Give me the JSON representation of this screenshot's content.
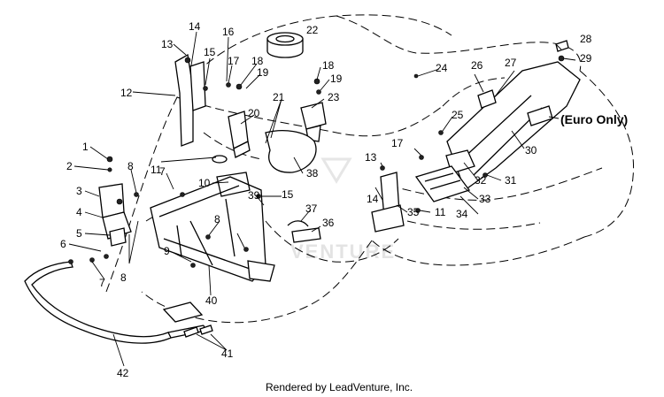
{
  "diagram": {
    "callouts": [
      "1",
      "2",
      "3",
      "4",
      "5",
      "6",
      "7",
      "8",
      "9",
      "10",
      "11",
      "12",
      "13",
      "14",
      "15",
      "16",
      "17",
      "18",
      "19",
      "20",
      "21",
      "22",
      "23",
      "24",
      "25",
      "26",
      "27",
      "28",
      "29",
      "30",
      "31",
      "32",
      "33",
      "34",
      "35",
      "36",
      "37",
      "38",
      "39",
      "40",
      "41",
      "42"
    ],
    "euro_note": "(Euro Only)",
    "watermark": "VENTURE",
    "footer": "Rendered by LeadVenture, Inc."
  }
}
